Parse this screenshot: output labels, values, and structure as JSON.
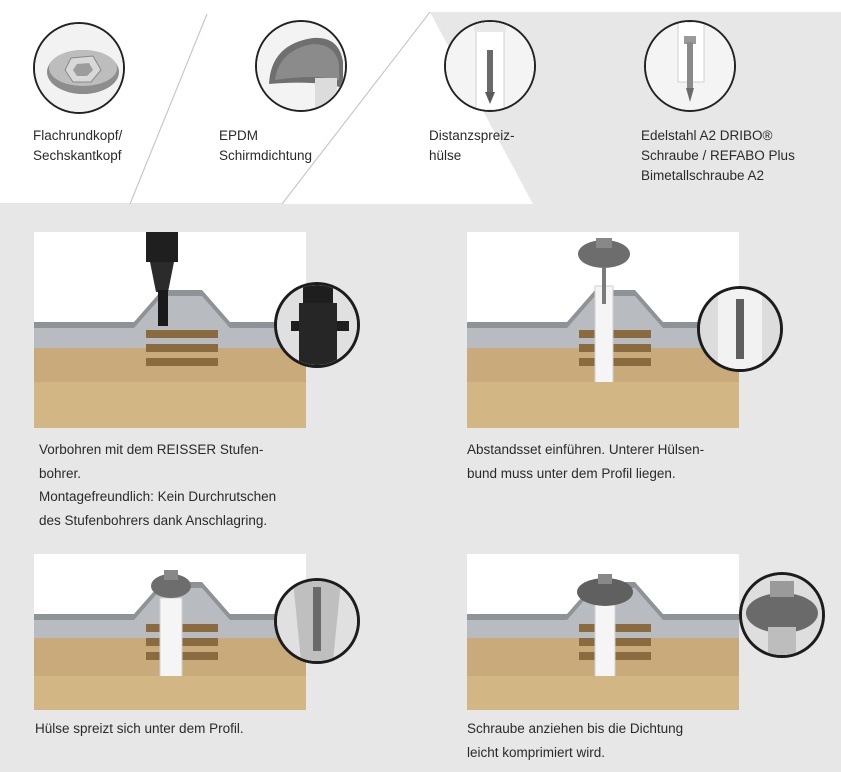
{
  "components": [
    {
      "icon": "flat-head-screw-icon",
      "label": "Flachrundkopf/\nSechskantkopf"
    },
    {
      "icon": "epdm-seal-icon",
      "label": "EPDM\nSchirmdichtung"
    },
    {
      "icon": "spacer-sleeve-icon",
      "label": "Distanzspreiz-\nhülse"
    },
    {
      "icon": "stainless-screw-icon",
      "label": "Edelstahl A2 DRIBO®\nSchraube / REFABO Plus\nBimetallschraube A2"
    }
  ],
  "steps": [
    {
      "caption_lines": [
        "Vorbohren mit dem REISSER Stufen-",
        "bohrer.",
        "Montagefreundlich: Kein Durchrutschen",
        "des Stufenbohrers dank Anschlagring."
      ]
    },
    {
      "caption_lines": [
        "Abstandsset einführen. Unterer Hülsen-",
        "bund muss unter dem Profil liegen."
      ]
    },
    {
      "caption_lines": [
        "Hülse spreizt sich unter dem Profil."
      ]
    },
    {
      "caption_lines": [
        "Schraube anziehen bis die Dichtung",
        "leicht komprimiert wird."
      ]
    }
  ]
}
